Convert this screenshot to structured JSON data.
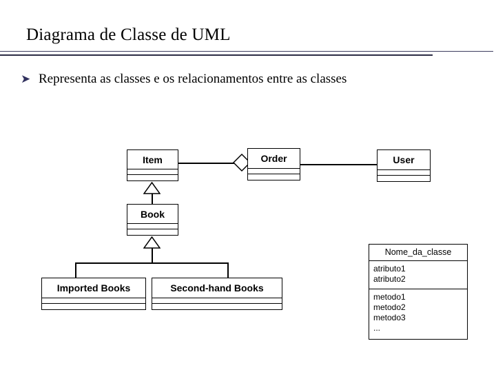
{
  "slide": {
    "title": "Diagrama de Classe de UML",
    "bullet_marker": "➤",
    "bullet_text": "Representa as classes e os relacionamentos entre as classes",
    "rule_color": "#3b3b5c",
    "background_color": "#ffffff"
  },
  "diagram": {
    "type": "uml-class-diagram",
    "line_color": "#000000",
    "classes": [
      {
        "id": "item",
        "name": "Item"
      },
      {
        "id": "order",
        "name": "Order"
      },
      {
        "id": "user",
        "name": "User"
      },
      {
        "id": "book",
        "name": "Book"
      },
      {
        "id": "imported-books",
        "name": "Imported Books"
      },
      {
        "id": "secondhand-books",
        "name": "Second-hand Books"
      }
    ],
    "relationships": [
      {
        "from": "item",
        "to": "order",
        "type": "aggregation"
      },
      {
        "from": "order",
        "to": "user",
        "type": "association"
      },
      {
        "from": "book",
        "to": "item",
        "type": "generalization"
      },
      {
        "from": "imported-books",
        "to": "book",
        "type": "generalization"
      },
      {
        "from": "secondhand-books",
        "to": "book",
        "type": "generalization"
      }
    ]
  },
  "legend": {
    "class_name": "Nome_da_classe",
    "attributes": [
      "atributo1",
      "atributo2"
    ],
    "methods": [
      "metodo1",
      "metodo2",
      "metodo3",
      "..."
    ]
  }
}
